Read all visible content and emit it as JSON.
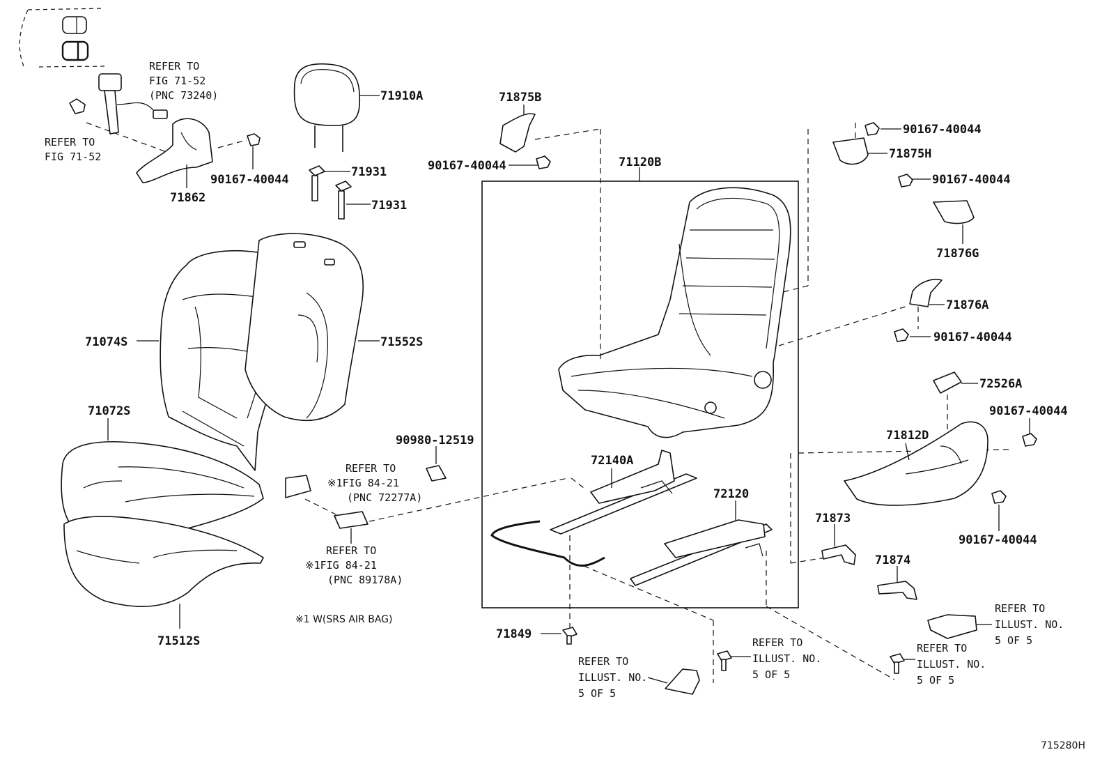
{
  "diagram": {
    "part_labels": {
      "p71910A": "71910A",
      "p71931a": "71931",
      "p71931b": "71931",
      "p71862": "71862",
      "p90167_a": "90167-40044",
      "p71875B": "71875B",
      "p90167_b": "90167-40044",
      "p71120B": "71120B",
      "p90167_c": "90167-40044",
      "p71875H": "71875H",
      "p90167_d": "90167-40044",
      "p71876G": "71876G",
      "p71876A": "71876A",
      "p90167_e": "90167-40044",
      "p72526A": "72526A",
      "p90167_f": "90167-40044",
      "p71812D": "71812D",
      "p90167_g": "90167-40044",
      "p71074S": "71074S",
      "p71552S": "71552S",
      "p71072S": "71072S",
      "p71512S": "71512S",
      "p90980": "90980-12519",
      "p72140A": "72140A",
      "p72120": "72120",
      "p71873": "71873",
      "p71874": "71874",
      "p71849": "71849"
    },
    "notes": {
      "refer_fig7152_top": [
        "REFER TO",
        "FIG 71-52",
        "(PNC 73240)"
      ],
      "refer_fig7152_left": [
        "REFER TO",
        "FIG 71-52"
      ],
      "refer_fig8421_a": [
        "REFER TO",
        "※1FIG 84-21",
        "(PNC 72277A)"
      ],
      "refer_fig8421_b": [
        "REFER TO",
        "※1FIG 84-21",
        "(PNC 89178A)"
      ],
      "refer_illust_1": [
        "REFER TO",
        "ILLUST. NO.",
        "5 OF 5"
      ],
      "refer_illust_2": [
        "REFER TO",
        "ILLUST. NO.",
        "5 OF 5"
      ],
      "refer_illust_3": [
        "REFER TO",
        "ILLUST. NO.",
        "5 OF 5"
      ],
      "refer_illust_4": [
        "REFER TO",
        "ILLUST. NO.",
        "5 OF 5"
      ]
    },
    "footnote": "※1 W(SRS AIR BAG)",
    "figure_id": "715280H"
  }
}
